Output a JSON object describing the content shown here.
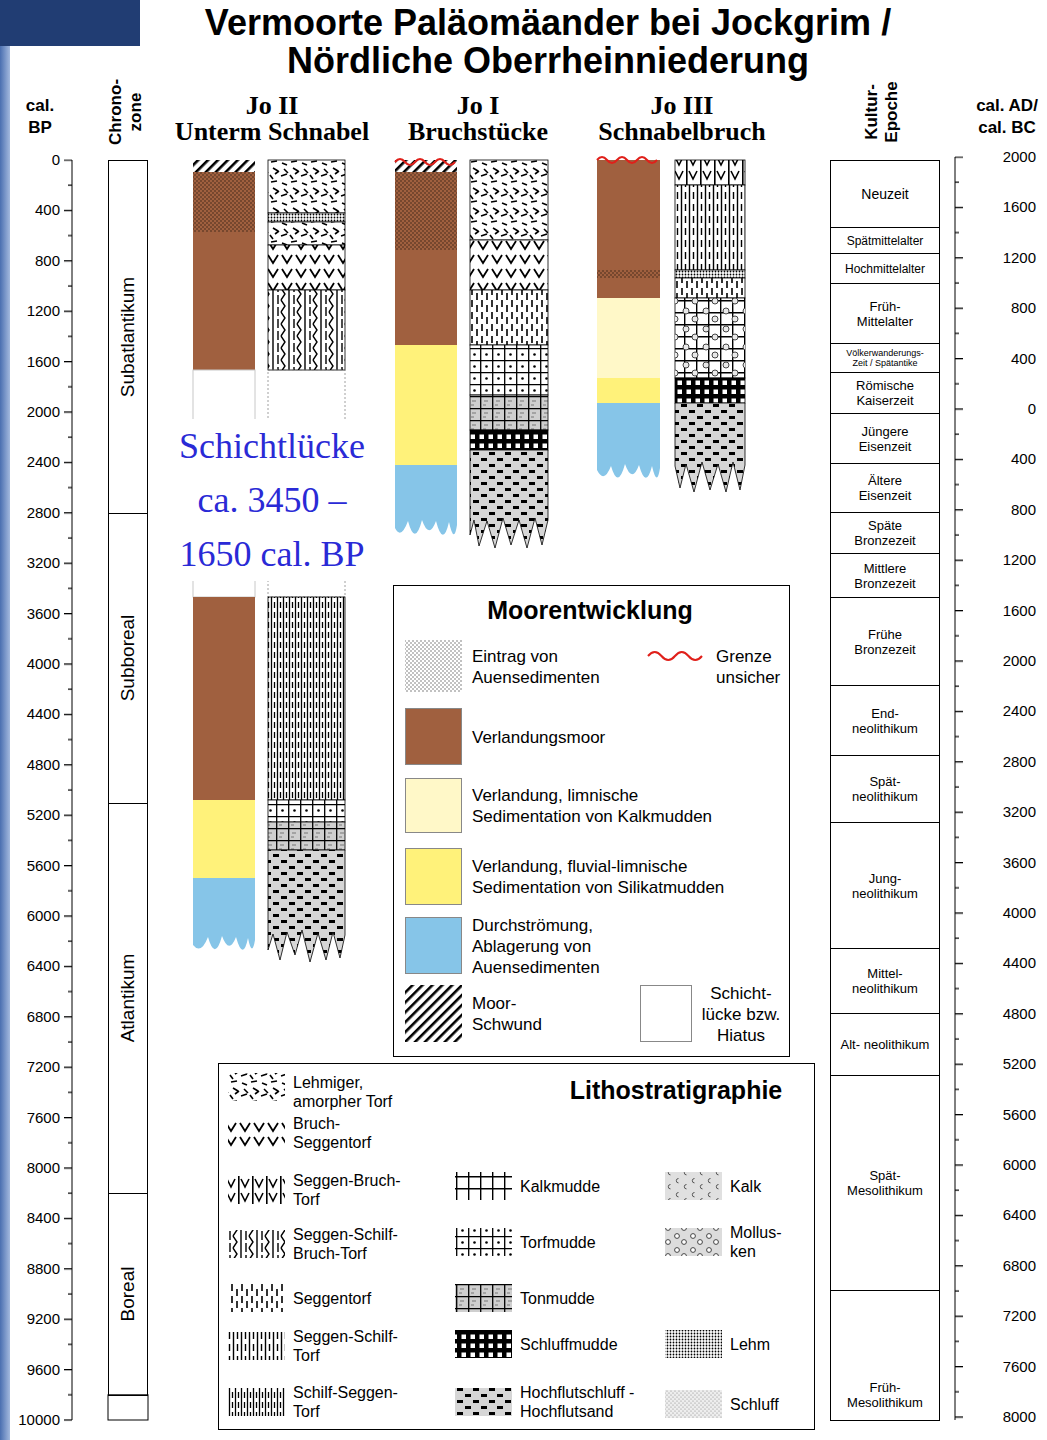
{
  "diagram": {
    "title": "Vermoorte Paläomäander bei Jockgrim / Nördliche Oberrheinniederung",
    "nodes": [
      {
        "text": [
          "Subatlantikum"
        ]
      },
      {
        "text": [
          "Subboreal"
        ]
      },
      {
        "text": [
          "Atlantikum"
        ]
      },
      {
        "text": [
          "Boreal"
        ]
      },
      {
        "text": [
          "Neuzeit"
        ]
      },
      {
        "text": [
          "Spätmittelalter"
        ]
      },
      {
        "text": [
          "Hochmittelalter"
        ]
      },
      {
        "text": [
          "Früh- Mittelalter"
        ]
      },
      {
        "text": [
          "Völkerwanderungs- Zeit / Spätantike"
        ]
      },
      {
        "text": [
          "Römische Kaiserzeit"
        ]
      },
      {
        "text": [
          "Jüngere Eisenzeit"
        ]
      },
      {
        "text": [
          "Ältere Eisenzeit"
        ]
      },
      {
        "text": [
          "Späte Bronzezeit"
        ]
      },
      {
        "text": [
          "Mittlere Bronzezeit"
        ]
      },
      {
        "text": [
          "Frühe Bronzezeit"
        ]
      },
      {
        "text": [
          "End- neolithikum"
        ]
      },
      {
        "text": [
          "Spät- neolithikum"
        ]
      },
      {
        "text": [
          "Jung- neolithikum"
        ]
      },
      {
        "text": [
          "Mittel- neolithikum"
        ]
      },
      {
        "text": [
          "Alt- neolithikum"
        ]
      },
      {
        "text": [
          "Spät- Mesolithikum"
        ]
      },
      {
        "text": [
          "Früh- Mesolithikum"
        ]
      },
      {
        "text": [
          "Moorentwicklung"
        ]
      },
      {
        "text": [
          "Lithostratigraphie"
        ]
      }
    ],
    "labels": [
      "cal. BP",
      "Chrono- zone",
      "Jo II",
      "Unterm Schnabel",
      "Jo I",
      "Bruchstücke",
      "Jo III",
      "Schnabelbruch",
      "Kultur- Epoche",
      "cal. AD/ cal. BC",
      "0",
      "400",
      "800",
      "1200",
      "1600",
      "2000",
      "2400",
      "2800",
      "3200",
      "3600",
      "4000",
      "4400",
      "4800",
      "5200",
      "5600",
      "6000",
      "6400",
      "6800",
      "7200",
      "7600",
      "8000",
      "8400",
      "8800",
      "9200",
      "9600",
      "10000",
      "2000",
      "1600",
      "1200",
      "800",
      "400",
      "0",
      "400",
      "800",
      "1200",
      "1600",
      "2000",
      "2400",
      "2800",
      "3200",
      "3600",
      "4000",
      "4400",
      "4800",
      "5200",
      "5600",
      "6000",
      "6400",
      "6800",
      "7200",
      "7600",
      "8000",
      "Schichtlücke ca. 3450 – 1650 cal. BP"
    ],
    "legend": [
      {
        "text": "Eintrag von Auensedimenten"
      },
      {
        "text": "Grenze unsicher"
      },
      {
        "text": "Verlandungsmoor",
        "color": "#a0603f"
      },
      {
        "text": "Verlandung, limnische Sedimentation von Kalkmudden",
        "color": "#fff8c8"
      },
      {
        "text": "Verlandung, fluvial-limnische Sedimentation von Silikatmudden",
        "color": "#fff27a"
      },
      {
        "text": "Durchströmung, Ablagerung von Auensedimenten",
        "color": "#86c5e8"
      },
      {
        "text": "Moor- Schwund"
      },
      {
        "text": "Schicht- lücke bzw. Hiatus",
        "color": "#ffffff"
      },
      {
        "text": "Lehmiger, amorpher Torf"
      },
      {
        "text": "Bruch- Seggentorf"
      },
      {
        "text": "Seggen-Bruch- Torf"
      },
      {
        "text": "Seggen-Schilf- Bruch-Torf"
      },
      {
        "text": "Seggentorf"
      },
      {
        "text": "Seggen-Schilf- Torf"
      },
      {
        "text": "Schilf-Seggen- Torf"
      },
      {
        "text": "Kalkmudde"
      },
      {
        "text": "Torfmudde"
      },
      {
        "text": "Tonmudde"
      },
      {
        "text": "Schluffmudde"
      },
      {
        "text": "Hochflutschluff - Hochflutsand"
      },
      {
        "text": "Kalk"
      },
      {
        "text": "Mollus- ken"
      },
      {
        "text": "Lehm"
      },
      {
        "text": "Schluff"
      }
    ]
  }
}
